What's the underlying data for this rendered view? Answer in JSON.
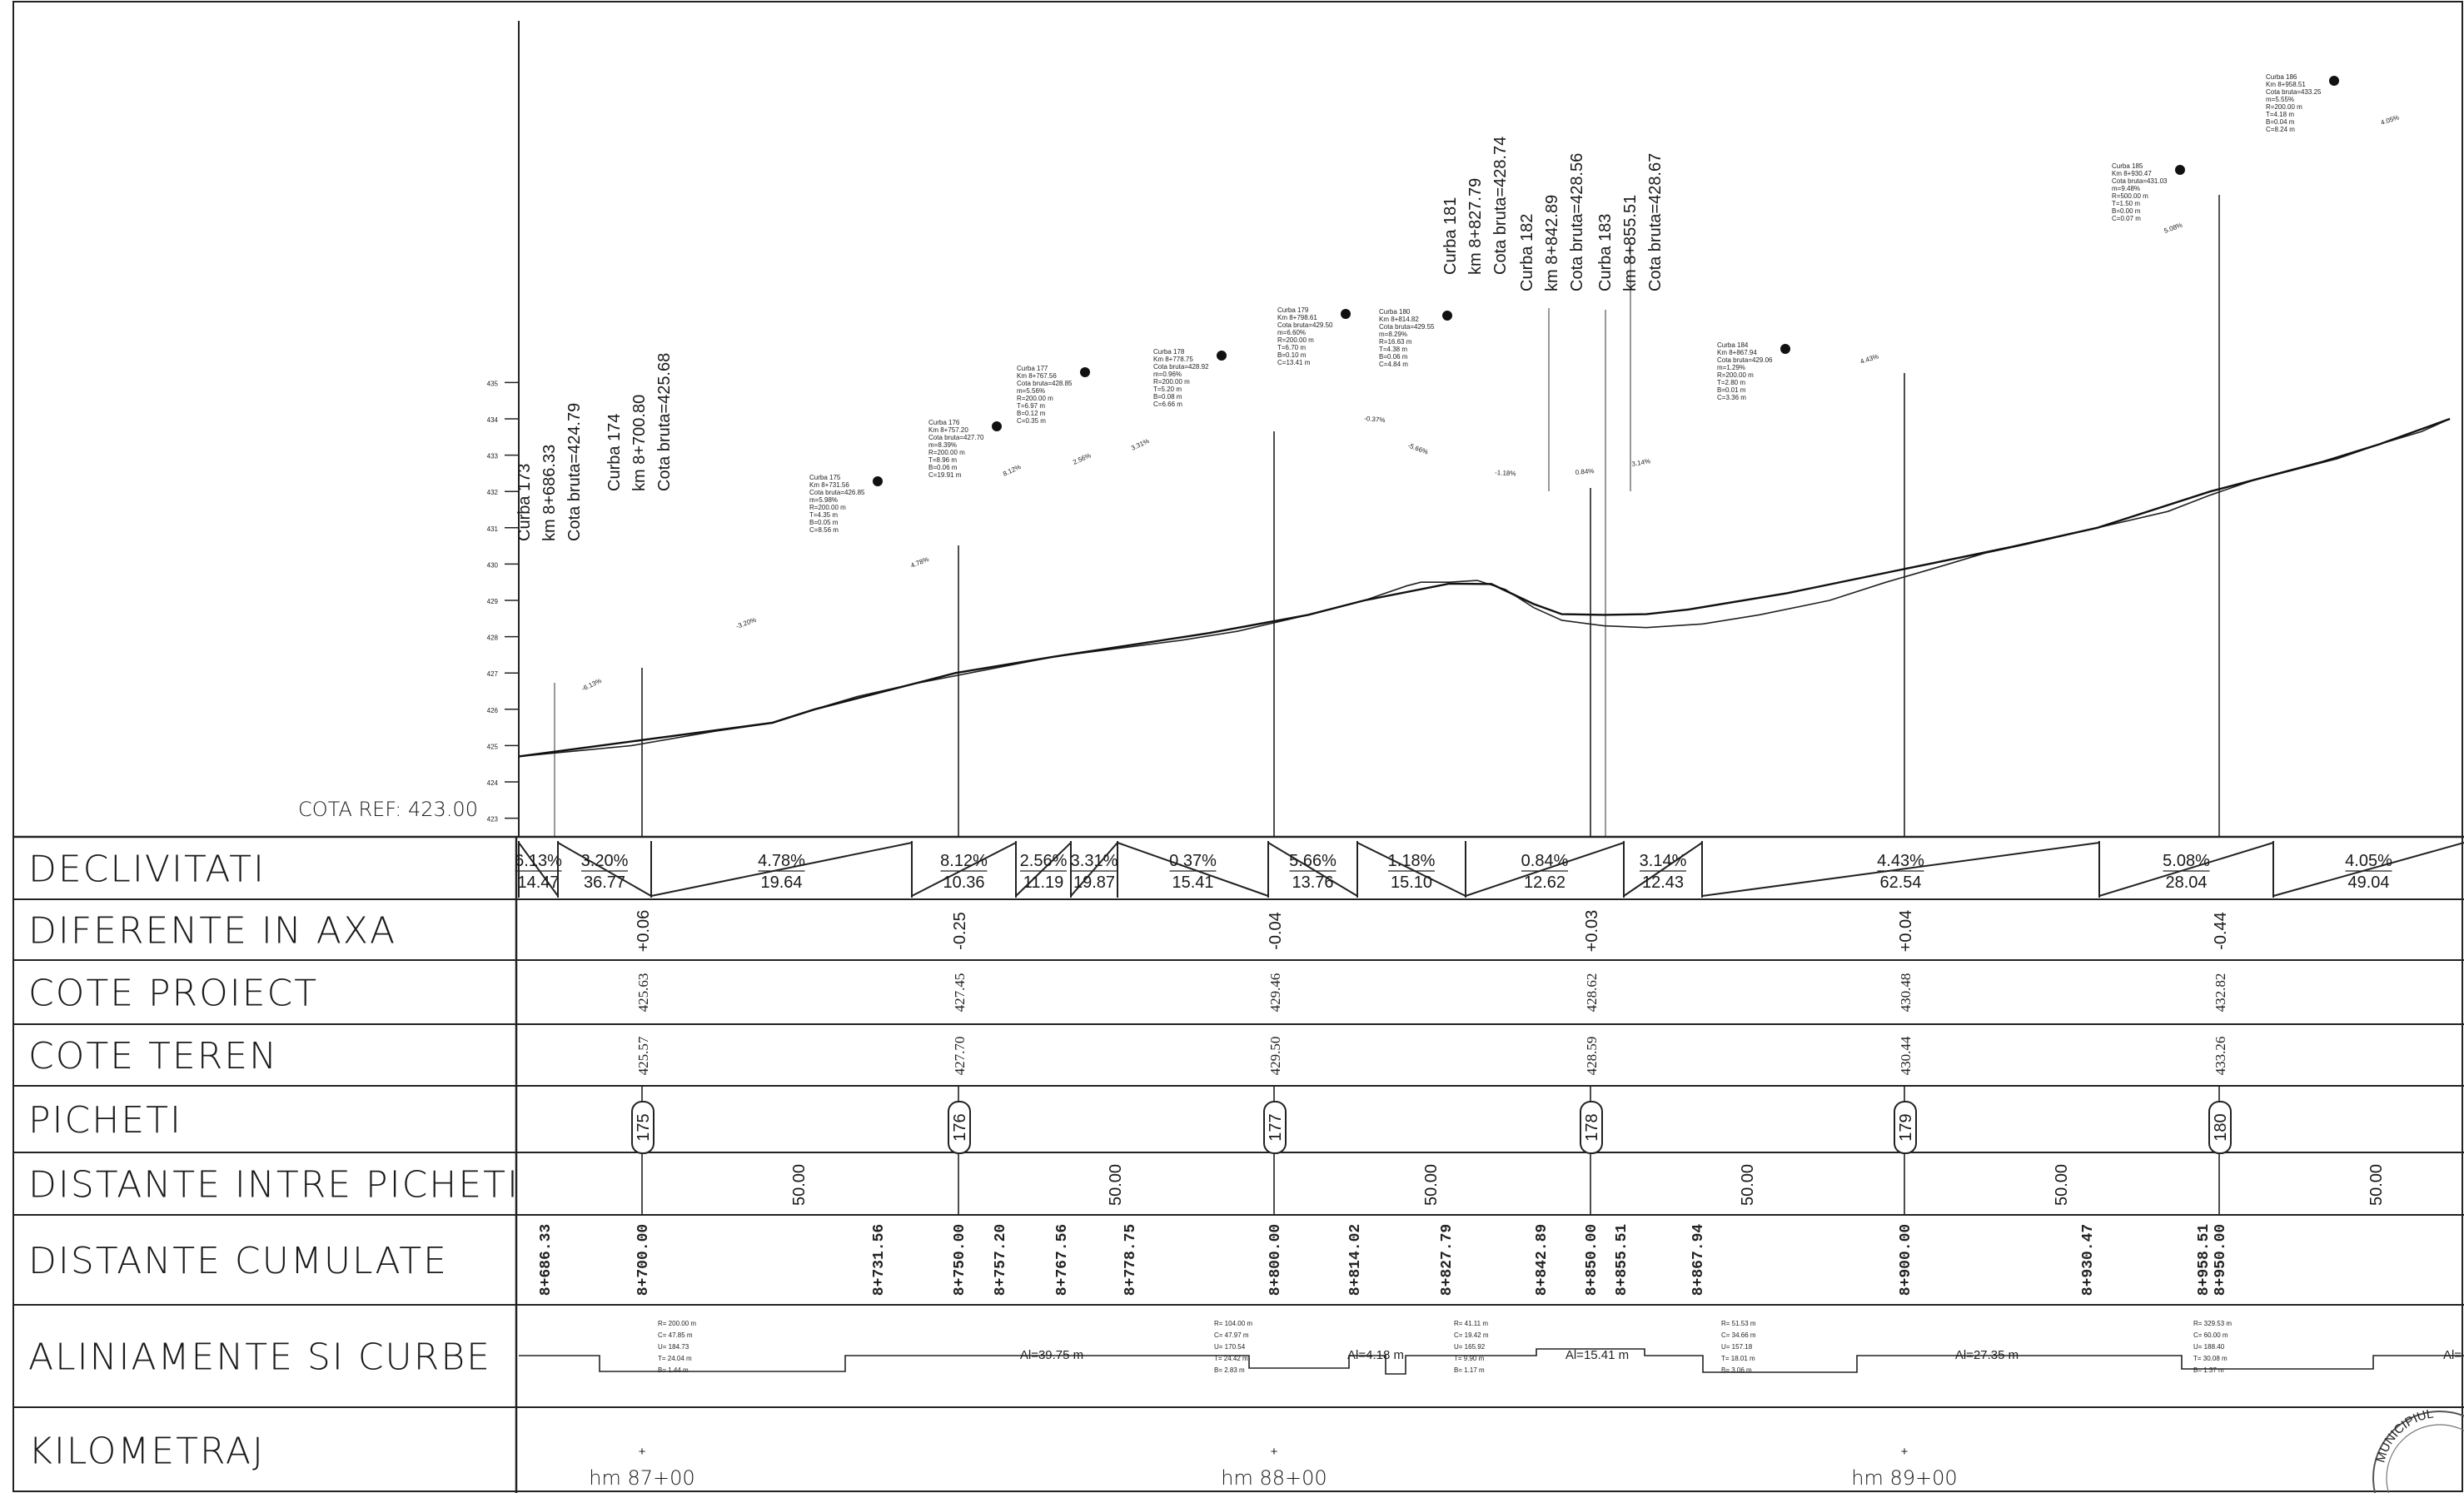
{
  "cota_ref": "COTA REF: 423.00",
  "y_ticks": [
    "423",
    "424",
    "425",
    "426",
    "427",
    "428",
    "429",
    "430",
    "431",
    "432",
    "433",
    "434",
    "435"
  ],
  "rows": [
    {
      "id": "declivitati",
      "label": "DECLIVITATI"
    },
    {
      "id": "diferente",
      "label": "DIFERENTE IN AXA"
    },
    {
      "id": "cote-proiect",
      "label": "COTE PROIECT"
    },
    {
      "id": "cote-teren",
      "label": "COTE TEREN"
    },
    {
      "id": "picheti",
      "label": "PICHETI"
    },
    {
      "id": "distante-picheti",
      "label": "DISTANTE INTRE PICHETI"
    },
    {
      "id": "distante-cumulate",
      "label": "DISTANTE CUMULATE"
    },
    {
      "id": "aliniamente",
      "label": "ALINIAMENTE SI CURBE"
    },
    {
      "id": "kilometraj",
      "label": "KILOMETRAJ"
    }
  ],
  "profile": {
    "terrain": [
      [
        424.7,
        423.0
      ],
      [
        425.0,
        423.4
      ],
      [
        425.4,
        423.7
      ],
      [
        425.62,
        423.9
      ],
      [
        426.0,
        424.05
      ],
      [
        426.35,
        424.2
      ],
      [
        426.7,
        424.4
      ],
      [
        427.0,
        424.6
      ],
      [
        427.45,
        424.9
      ],
      [
        427.9,
        425.35
      ],
      [
        428.15,
        425.55
      ],
      [
        428.6,
        425.8
      ],
      [
        429.0,
        426.0
      ],
      [
        429.4,
        426.15
      ],
      [
        429.5,
        426.2
      ],
      [
        429.5,
        426.3
      ],
      [
        429.55,
        426.4
      ],
      [
        429.3,
        426.5
      ],
      [
        428.8,
        426.6
      ],
      [
        428.45,
        426.7
      ],
      [
        428.3,
        426.85
      ],
      [
        428.25,
        427.0
      ],
      [
        428.35,
        427.2
      ],
      [
        428.6,
        427.4
      ],
      [
        429.0,
        427.65
      ],
      [
        429.5,
        427.85
      ],
      [
        429.95,
        428.05
      ],
      [
        430.3,
        428.2
      ],
      [
        430.55,
        428.35
      ],
      [
        431.0,
        428.6
      ],
      [
        431.45,
        428.85
      ],
      [
        431.9,
        429.0
      ],
      [
        432.3,
        429.15
      ],
      [
        432.6,
        429.3
      ],
      [
        432.9,
        429.45
      ],
      [
        433.3,
        429.6
      ],
      [
        433.65,
        429.75
      ],
      [
        434.0,
        429.85
      ]
    ],
    "grade": [
      [
        424.7,
        423.0
      ],
      [
        425.63,
        423.9
      ],
      [
        426.0,
        424.05
      ],
      [
        426.5,
        424.3
      ],
      [
        427.0,
        424.55
      ],
      [
        427.45,
        424.9
      ],
      [
        428.1,
        425.45
      ],
      [
        428.6,
        425.8
      ],
      [
        429.0,
        426.0
      ],
      [
        429.46,
        426.3
      ],
      [
        429.45,
        426.45
      ],
      [
        428.9,
        426.6
      ],
      [
        428.62,
        426.7
      ],
      [
        428.6,
        426.85
      ],
      [
        428.62,
        427.0
      ],
      [
        428.75,
        427.15
      ],
      [
        429.2,
        427.5
      ],
      [
        430.0,
        428.0
      ],
      [
        430.48,
        428.3
      ],
      [
        431.0,
        428.6
      ],
      [
        432.0,
        429.0
      ],
      [
        432.82,
        429.4
      ],
      [
        433.3,
        429.6
      ],
      [
        434.0,
        429.85
      ]
    ]
  },
  "curve_labels": [
    {
      "lines": [
        "Curba 173",
        "km 8+686.33",
        "Cota bruta=424.79"
      ]
    },
    {
      "lines": [
        "Curba 174",
        "km 8+700.80",
        "Cota bruta=425.68"
      ]
    },
    {
      "lines": [
        "Curba 181",
        "km 8+827.79",
        "Cota bruta=428.74"
      ]
    },
    {
      "lines": [
        "Curba 182",
        "km 8+842.89",
        "Cota bruta=428.56"
      ]
    },
    {
      "lines": [
        "Curba 183",
        "km 8+855.51",
        "Cota bruta=428.67"
      ]
    }
  ],
  "small_notes": [
    {
      "lines": [
        "Curba 175",
        "Km 8+731.56",
        "Cota bruta=426.85",
        "m=5.98%",
        "R=200.00 m",
        "T=4.35 m",
        "B=0.05 m",
        "C=8.56 m"
      ]
    },
    {
      "lines": [
        "Curba 176",
        "Km 8+757.20",
        "Cota bruta=427.70",
        "m=8.39%",
        "R=200.00 m",
        "T=8.96 m",
        "B=0.06 m",
        "C=19.91 m"
      ]
    },
    {
      "lines": [
        "Curba 177",
        "Km 8+767.56",
        "Cota bruta=428.85",
        "m=5.56%",
        "R=200.00 m",
        "T=6.97 m",
        "B=0.12 m",
        "C=0.35 m"
      ]
    },
    {
      "lines": [
        "Curba 178",
        "Km 8+778.75",
        "Cota bruta=428.92",
        "m=0.96%",
        "R=200.00 m",
        "T=5.20 m",
        "B=0.08 m",
        "C=6.66 m"
      ]
    },
    {
      "lines": [
        "Curba 179",
        "Km 8+798.61",
        "Cota bruta=429.50",
        "m=6.60%",
        "R=200.00 m",
        "T=6.70 m",
        "B=0.10 m",
        "C=13.41 m"
      ]
    },
    {
      "lines": [
        "Curba 180",
        "Km 8+814.82",
        "Cota bruta=429.55",
        "m=8.29%",
        "R=16.63 m",
        "T=4.38 m",
        "B=0.06 m",
        "C=4.84 m"
      ]
    },
    {
      "lines": [
        "Curba 184",
        "Km 8+867.94",
        "Cota bruta=429.06",
        "m=1.29%",
        "R=200.00 m",
        "T=2.80 m",
        "B=0.01 m",
        "C=3.36 m"
      ]
    },
    {
      "lines": [
        "Curba 185",
        "Km 8+930.47",
        "Cota bruta=431.03",
        "m=9.48%",
        "R=500.00 m",
        "T=1.50 m",
        "B=0.00 m",
        "C=0.07 m"
      ]
    },
    {
      "lines": [
        "Curba 186",
        "Km 8+958.51",
        "Cota bruta=433.25",
        "m=5.55%",
        "R=200.00 m",
        "T=4.18 m",
        "B=0.04 m",
        "C=8.24 m"
      ]
    }
  ],
  "slope_labels": [
    "-6.13%",
    "-3.20%",
    "4.78%",
    "8.12%",
    "2.56%",
    "3.31%",
    "-0.37%",
    "-5.66%",
    "-1.18%",
    "0.84%",
    "3.14%",
    "4.43%",
    "5.08%",
    "4.05%"
  ],
  "declivitati": [
    {
      "pct": "6.13%",
      "len": "14.47"
    },
    {
      "pct": "3.20%",
      "len": "36.77"
    },
    {
      "pct": "4.78%",
      "len": "19.64"
    },
    {
      "pct": "8.12%",
      "len": "10.36"
    },
    {
      "pct": "2.56%",
      "len": "11.19"
    },
    {
      "pct": "3.31%",
      "len": "19.87"
    },
    {
      "pct": "0.37%",
      "len": "15.41"
    },
    {
      "pct": "5.66%",
      "len": "13.76"
    },
    {
      "pct": "1.18%",
      "len": "15.10"
    },
    {
      "pct": "0.84%",
      "len": "12.62"
    },
    {
      "pct": "3.14%",
      "len": "12.43"
    },
    {
      "pct": "4.43%",
      "len": "62.54"
    },
    {
      "pct": "5.08%",
      "len": "28.04"
    },
    {
      "pct": "4.05%",
      "len": "49.04"
    }
  ],
  "stations": [
    {
      "pichet": "175",
      "diff": "+0.06",
      "proiect": "425.63",
      "teren": "425.57",
      "dist": "8+700.00"
    },
    {
      "pichet": "176",
      "diff": "-0.25",
      "proiect": "427.45",
      "teren": "427.70",
      "dist": "8+750.00"
    },
    {
      "pichet": "177",
      "diff": "-0.04",
      "proiect": "429.46",
      "teren": "429.50",
      "dist": "8+800.00"
    },
    {
      "pichet": "178",
      "diff": "+0.03",
      "proiect": "428.62",
      "teren": "428.59",
      "dist": "8+850.00"
    },
    {
      "pichet": "179",
      "diff": "+0.04",
      "proiect": "430.48",
      "teren": "430.44",
      "dist": "8+900.00"
    },
    {
      "pichet": "180",
      "diff": "-0.44",
      "proiect": "432.82",
      "teren": "433.26",
      "dist": "8+950.00"
    }
  ],
  "distante_picheti": [
    "50.00",
    "50.00",
    "50.00",
    "50.00",
    "50.00",
    "50.00"
  ],
  "cumulate_extra": [
    "8+686.33",
    "8+731.56",
    "8+757.20",
    "8+767.56",
    "8+778.75",
    "8+814.02",
    "8+827.79",
    "8+842.89",
    "8+855.51",
    "8+867.94",
    "8+930.47",
    "8+958.51"
  ],
  "alignments": {
    "segments": [
      "Al=39.75 m",
      "Al=4.18 m",
      "Al=15.41 m",
      "Al=27.35 m",
      "Al="
    ],
    "curves": [
      {
        "lines": [
          "R= 200.00 m",
          "C= 47.85 m",
          "U= 184.73",
          "T= 24.04 m",
          "B= 1.44 m"
        ]
      },
      {
        "lines": [
          "R= 104.00 m",
          "C= 47.97 m",
          "U= 170.54",
          "T= 24.42 m",
          "B= 2.83 m"
        ]
      },
      {
        "lines": [
          "R= 41.11 m",
          "C= 19.42 m",
          "U= 165.92",
          "T= 9.90 m",
          "B= 1.17 m"
        ]
      },
      {
        "lines": [
          "R= 51.53 m",
          "C= 34.66 m",
          "U= 157.18",
          "T= 18.01 m",
          "B= 3.06 m"
        ]
      },
      {
        "lines": [
          "R= 329.53 m",
          "C= 60.00 m",
          "U= 188.40",
          "T= 30.08 m",
          "B= 1.37 m"
        ]
      }
    ]
  },
  "kilometraj": [
    "hm 87+00",
    "hm 88+00",
    "hm 89+00"
  ],
  "stamp": "MUNICIPIUL"
}
